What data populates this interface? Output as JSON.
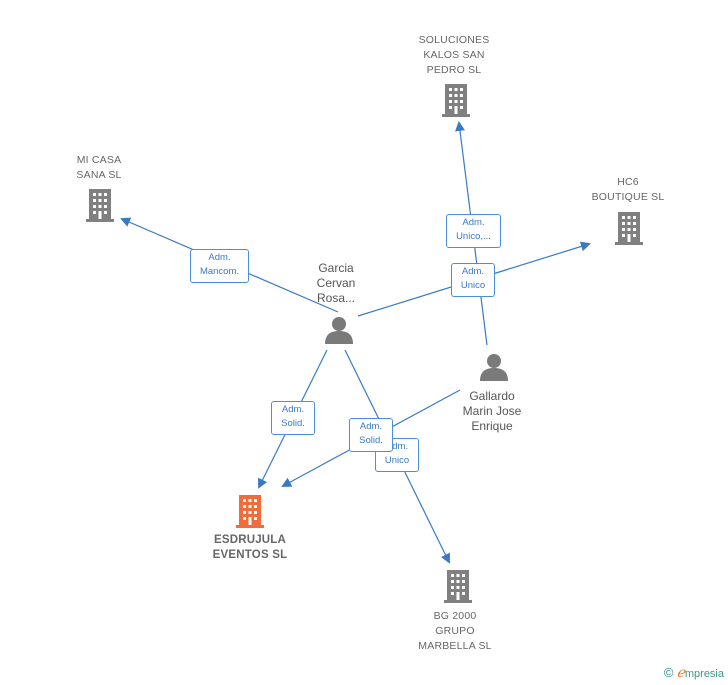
{
  "colors": {
    "edge": "#3a7ac4",
    "node": "#808080",
    "focal": "#f26b3a",
    "person": "#7a7a7a"
  },
  "companies": {
    "soluciones": {
      "label": "SOLUCIONES\nKALOS SAN\nPEDRO  SL",
      "icon": "building-icon"
    },
    "mi_casa": {
      "label": "MI CASA\nSANA SL",
      "icon": "building-icon"
    },
    "hc6": {
      "label": "HC6\nBOUTIQUE  SL",
      "icon": "building-icon"
    },
    "esdrujula": {
      "label": "ESDRUJULA\nEVENTOS  SL",
      "icon": "building-icon",
      "focal": true
    },
    "bg2000": {
      "label": "BG 2000\nGRUPO\nMARBELLA  SL",
      "icon": "building-icon"
    }
  },
  "people": {
    "garcia": {
      "label": "Garcia\nCervan\nRosa...",
      "icon": "person-icon"
    },
    "gallardo": {
      "label": "Gallardo\nMarin Jose\nEnrique",
      "icon": "person-icon"
    }
  },
  "edge_labels": {
    "adm_unico_dots": "Adm.\nUnico,...",
    "adm_unico": "Adm.\nUnico",
    "adm_mancom": "Adm.\nMancom.",
    "adm_solid_1": "Adm.\nSolid.",
    "adm_solid_2": "Adm.\nSolid.",
    "adm_unico_bg": "Adm.\nUnico"
  },
  "brand": {
    "copyright": "©",
    "e": "ℯ",
    "name": "mpresia"
  }
}
